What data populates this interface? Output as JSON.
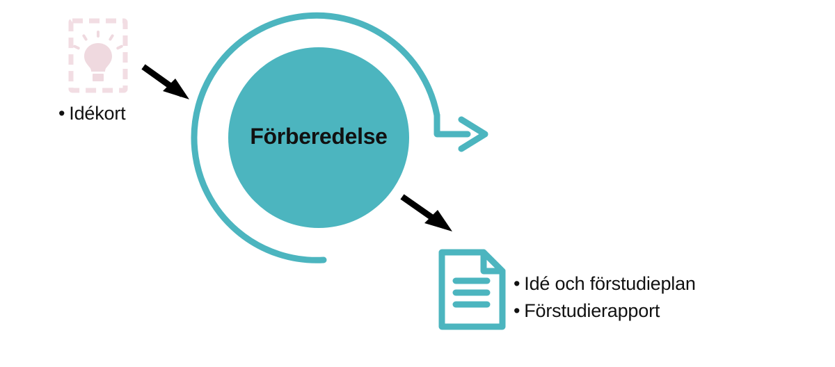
{
  "diagram": {
    "title_text": "Förberedelse",
    "input": {
      "icon_name": "idea-card-lightbulb-icon",
      "label": "• Idékort",
      "bullet": "•",
      "label_text": "Idékort",
      "box_color": "#F6E4E8",
      "icon_color": "#EFD9DF"
    },
    "stage": {
      "name": "Förberedelse",
      "fill_color": "#4CB5BF",
      "ring_color": "#4CB5BF",
      "text_color": "#111111"
    },
    "arrows": {
      "input_arrow_name": "black-arrow-input",
      "input_arrow_color": "#000000",
      "output_arrow_name": "black-arrow-output",
      "output_arrow_color": "#000000",
      "cycle_arrow_name": "teal-cycle-arrow",
      "cycle_arrow_color": "#4CB5BF"
    },
    "output": {
      "icon_name": "document-icon",
      "icon_color": "#4CB5BF",
      "items": [
        {
          "bullet": "•",
          "text": "Idé och förstudieplan"
        },
        {
          "bullet": "•",
          "text": "Förstudierapport"
        }
      ]
    }
  }
}
